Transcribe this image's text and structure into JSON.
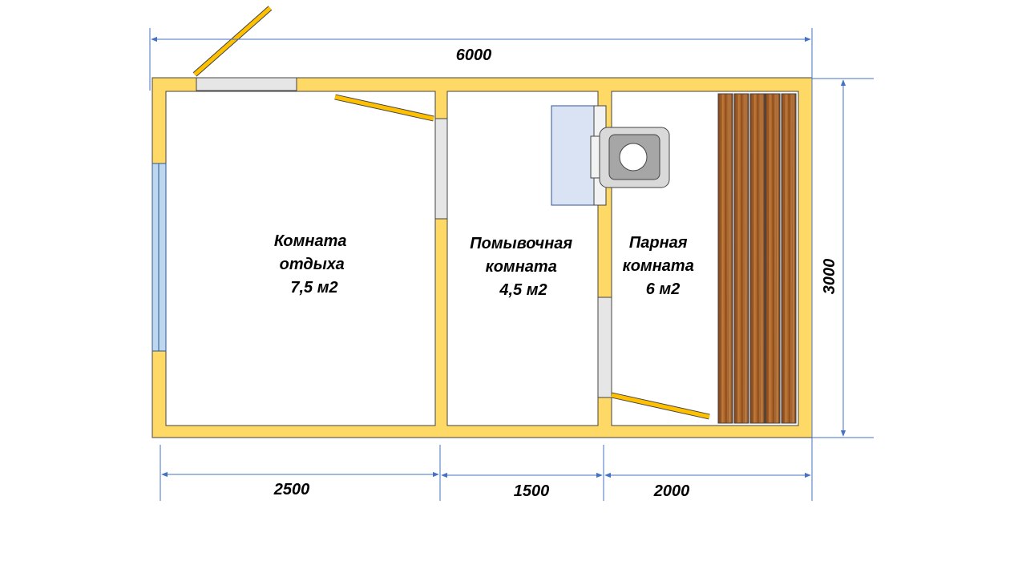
{
  "colors": {
    "wall": "#FFD966",
    "wall_stroke": "#444444",
    "floor": "#FFFFFF",
    "window": "#BDD7EE",
    "door_leaf": "#FFC000",
    "doorway": "#E7E6E6",
    "dimension": "#4472C4",
    "bench_wood": "#A0522D",
    "stove_body": "#D9D9D9",
    "stove_inner": "#A6A6A6",
    "tank": "#DAE3F3"
  },
  "rooms": [
    {
      "id": "rest",
      "lines": [
        "Комната",
        "отдыха",
        "7,5 м2"
      ]
    },
    {
      "id": "wash",
      "lines": [
        "Помывочная",
        "комната",
        "4,5 м2"
      ]
    },
    {
      "id": "steam",
      "lines": [
        "Парная",
        "комната",
        "6 м2"
      ]
    }
  ],
  "dimensions": {
    "total_width": "6000",
    "total_height": "3000",
    "segments": [
      "2500",
      "1500",
      "2000"
    ]
  },
  "icons": {
    "stove": "sauna-stove-icon",
    "tank": "water-tank-icon",
    "bench": "wooden-bench-icon",
    "window": "window-icon",
    "door": "door-icon"
  }
}
